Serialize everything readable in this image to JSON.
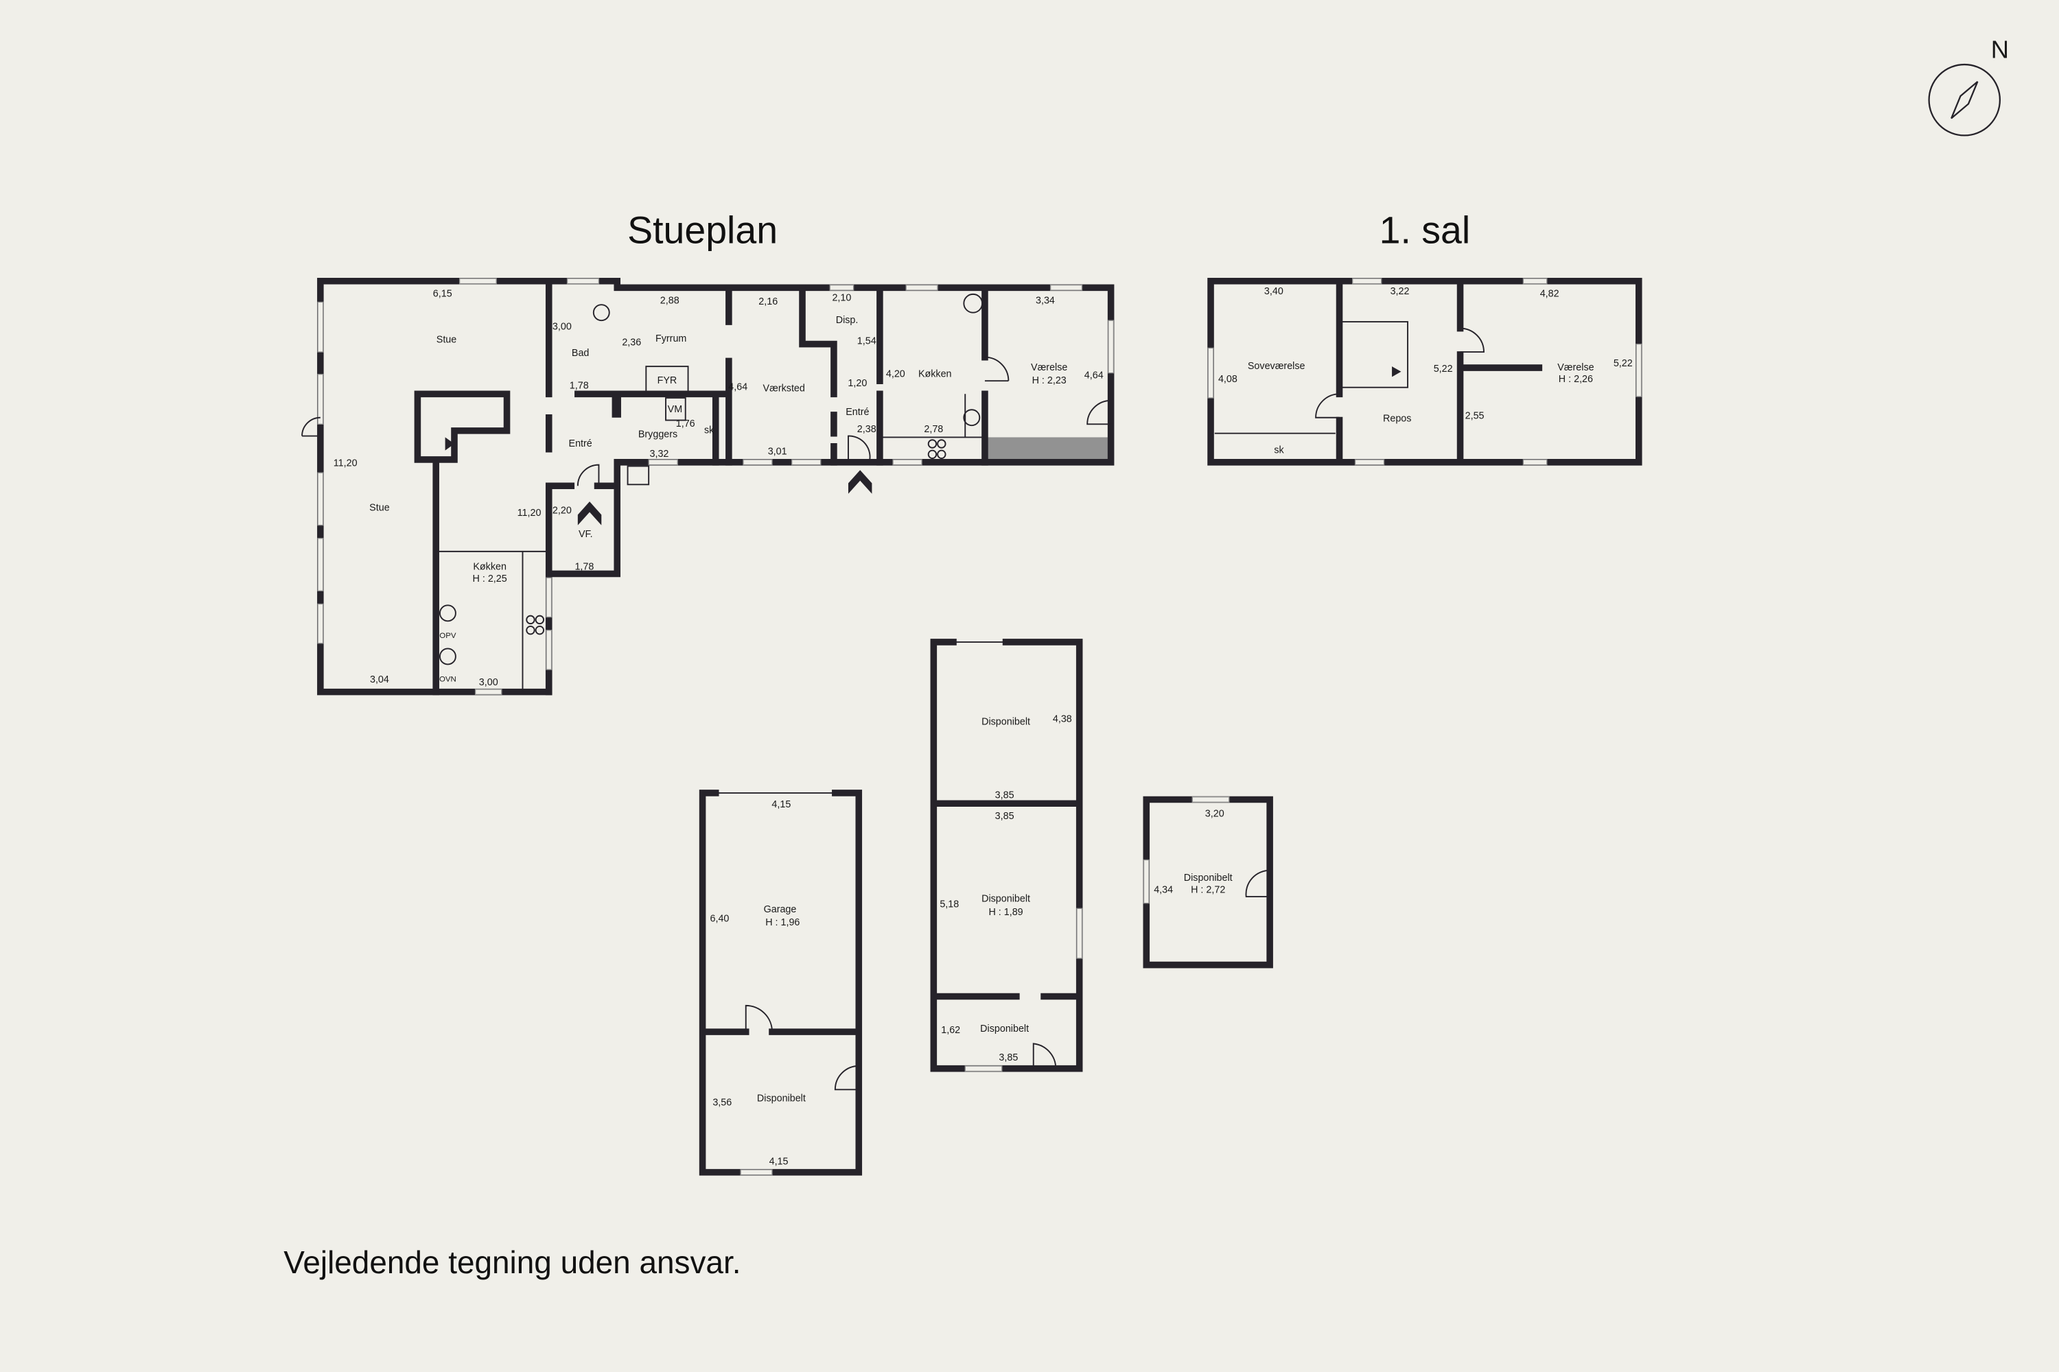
{
  "compass": {
    "label": "N",
    "icon": "compass-icon"
  },
  "titles": {
    "ground_floor": "Stueplan",
    "first_floor": "1. sal"
  },
  "footer": "Vejledende tegning uden ansvar.",
  "colors": {
    "background": "#f0efe9",
    "walls": "#26232a",
    "shaded_area": "#929292"
  },
  "ground": {
    "stue_top": "Stue",
    "stue_top_w": "6,15",
    "stue_len": "11,20",
    "stue_bottom": "Stue",
    "stue_bottom_w": "3,04",
    "bad": "Bad",
    "bad_h": "3,00",
    "bad_w": "1,78",
    "fyrrum": "Fyrrum",
    "fyrrum_w": "2,88",
    "fyrrum_h": "2,36",
    "fyr": "FYR",
    "vm": "VM",
    "bryggers": "Bryggers",
    "bryggers_h": "1,76",
    "bryggers_w": "3,32",
    "sk": "sk",
    "entre1": "Entré",
    "vaerksted": "Værksted",
    "vaerksted_top": "2,16",
    "vaerksted_h": "4,64",
    "vaerksted_w": "3,01",
    "disp": "Disp.",
    "disp_w": "2,10",
    "disp_h": "1,54",
    "entre2": "Entré",
    "entre2_w": "1,20",
    "entre2_h": "2,38",
    "kokken2": "Køkken",
    "kokken2_h": "4,20",
    "kokken2_w": "2,78",
    "vaerelse": "Værelse",
    "vaerelse_height": "H : 2,23",
    "vaerelse_w": "3,34",
    "vaerelse_h": "4,64",
    "kokken1": "Køkken",
    "kokken1_height": "H : 2,25",
    "kokken1_len": "11,20",
    "kokken1_w": "3,00",
    "vf": "VF.",
    "vf_h": "2,20",
    "vf_w": "1,78",
    "opv": "OPV",
    "ovn": "OVN"
  },
  "first": {
    "sove": "Soveværelse",
    "sove_w": "3,40",
    "sove_h": "4,08",
    "sk": "sk",
    "repos": "Repos",
    "repos_w": "3,22",
    "repos_h": "5,22",
    "vaerelse": "Værelse",
    "vaerelse_height": "H : 2,26",
    "vaerelse_w": "4,82",
    "vaerelse_h": "5,22",
    "vaerelse_sub": "2,55"
  },
  "outbuildings": {
    "garage": "Garage",
    "garage_height": "H : 1,96",
    "garage_w": "4,15",
    "garage_h": "6,40",
    "g_disp": "Disponibelt",
    "g_disp_h": "3,56",
    "g_disp_w": "4,15",
    "m1": "Disponibelt",
    "m1_h": "4,38",
    "m1_w": "3,85",
    "m2": "Disponibelt",
    "m2_height": "H : 1,89",
    "m2_w": "3,85",
    "m2_h": "5,18",
    "m3": "Disponibelt",
    "m3_h": "1,62",
    "m3_w": "3,85",
    "s": "Disponibelt",
    "s_height": "H : 2,72",
    "s_w": "3,20",
    "s_h": "4,34"
  }
}
